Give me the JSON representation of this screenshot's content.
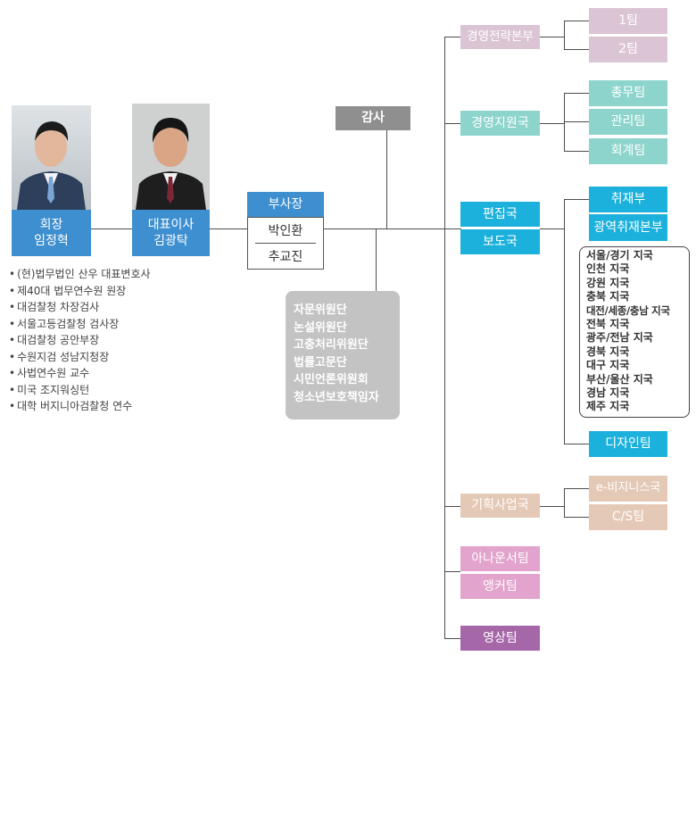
{
  "chairman": {
    "title": "회장",
    "name": "임정혁"
  },
  "ceo": {
    "title": "대표이사",
    "name": "김광탁"
  },
  "bio": [
    "(현)법무법인 산우 대표변호사",
    "제40대 법무연수원 원장",
    "대검찰청 차장검사",
    "서울고등검찰청 검사장",
    "대검찰청 공안부장",
    "수원지검 성남지청장",
    "사법연수원 교수",
    "미국 조지워싱턴",
    "대학 버지니아검찰청 연수"
  ],
  "vice_president": {
    "title": "부사장",
    "names": [
      "박인환",
      "추교진"
    ]
  },
  "audit": "감사",
  "committees": [
    "자문위원단",
    "논설위원단",
    "고충처리위원단",
    "법률고문단",
    "시민언론위원회",
    "청소년보호책임자"
  ],
  "departments": {
    "strategy": {
      "label": "경영전략본부",
      "teams": [
        "1팀",
        "2팀"
      ]
    },
    "support": {
      "label": "경영지원국",
      "teams": [
        "총무팀",
        "관리팀",
        "회계팀"
      ]
    },
    "editorial": {
      "label": "편집국"
    },
    "news": {
      "label": "보도국"
    },
    "reporting": "취재부",
    "regional": "광역취재본부",
    "bureaus": [
      "서울/경기 지국",
      "인천 지국",
      "강원 지국",
      "충북 지국",
      "대전/세종/충남 지국",
      "전북 지국",
      "광주/전남 지국",
      "경북 지국",
      "대구 지국",
      "부산/울산 지국",
      "경남 지국",
      "제주 지국"
    ],
    "design": "디자인팀",
    "planning": {
      "label": "기획사업국",
      "teams": [
        "e-비지니스국",
        "C/S팀"
      ]
    },
    "announcer": "아나운서팀",
    "anchor": "앵커팀",
    "video": "영상팀"
  },
  "colors": {
    "blue": "#3d8fd0",
    "cyan": "#1bb1dc",
    "pink": "#dbc5d5",
    "teal": "#8dd4cc",
    "peach": "#e5c9b7",
    "rose": "#e2a3cc",
    "violet": "#a667a9",
    "gray": "#8f8f8f"
  }
}
